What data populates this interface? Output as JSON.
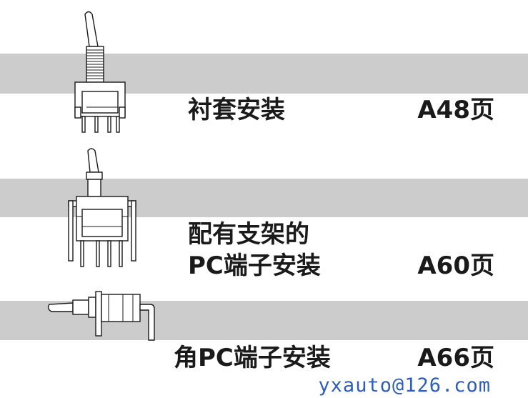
{
  "sections": [
    {
      "label_lines": [
        "衬套安装"
      ],
      "page_ref": "A48页",
      "illustration": "bushing-mount-toggle-switch-icon"
    },
    {
      "label_lines": [
        "配有支架的",
        "PC端子安装"
      ],
      "page_ref": "A60页",
      "illustration": "bracket-pc-terminal-toggle-switch-icon"
    },
    {
      "label_lines": [
        "角PC端子安装"
      ],
      "page_ref": "A66页",
      "illustration": "right-angle-pc-terminal-toggle-switch-icon"
    }
  ],
  "watermark": "yxauto@126.com",
  "colors": {
    "band": "#cccccc",
    "text": "#1a1a1a",
    "watermark": "#2e5fb8"
  }
}
